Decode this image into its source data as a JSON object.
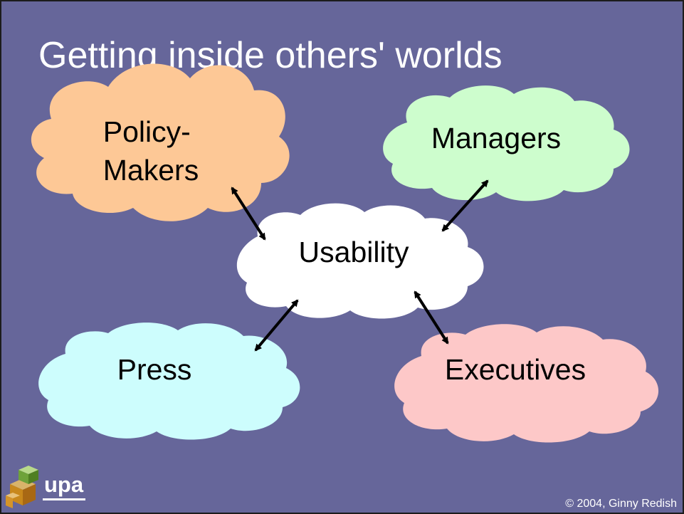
{
  "slide": {
    "title": "Getting inside others' worlds",
    "background_color": "#66669a",
    "copyright": "© 2004, Ginny Redish"
  },
  "diagram": {
    "center": {
      "label": "Usability",
      "color": "#ffffff"
    },
    "nodes": [
      {
        "id": "policy-makers",
        "lines": [
          "Policy-",
          "Makers"
        ],
        "color": "#fdc896"
      },
      {
        "id": "managers",
        "lines": [
          "Managers"
        ],
        "color": "#cdfdcd"
      },
      {
        "id": "press",
        "lines": [
          "Press"
        ],
        "color": "#cdfdfd"
      },
      {
        "id": "executives",
        "lines": [
          "Executives"
        ],
        "color": "#fdc8c8"
      }
    ],
    "connectors": [
      {
        "from": "usability",
        "to": "policy-makers",
        "arrowheads": "both"
      },
      {
        "from": "usability",
        "to": "managers",
        "arrowheads": "both"
      },
      {
        "from": "usability",
        "to": "press",
        "arrowheads": "both"
      },
      {
        "from": "usability",
        "to": "executives",
        "arrowheads": "both"
      }
    ]
  },
  "logo": {
    "text": "upa",
    "icon": "cube-stack-logo"
  }
}
